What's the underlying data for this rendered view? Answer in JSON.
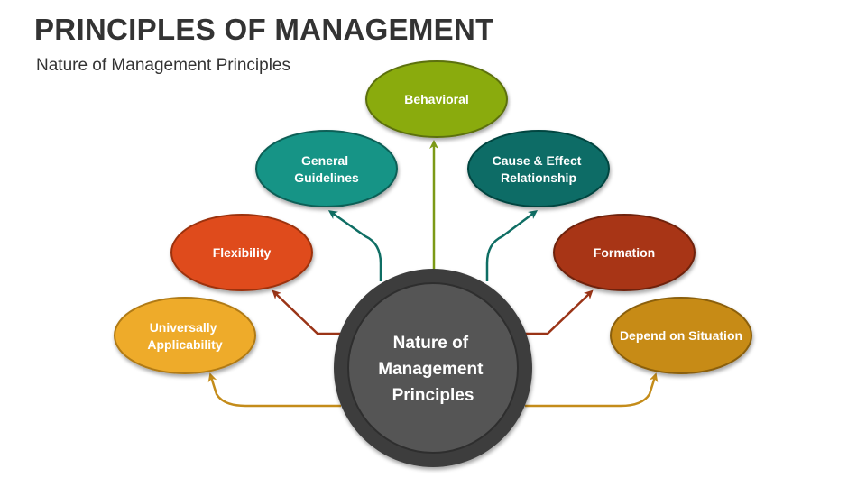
{
  "header": {
    "title": "PRINCIPLES OF MANAGEMENT",
    "subtitle": "Nature of Management Principles"
  },
  "diagram": {
    "center": {
      "lines": [
        "Nature of",
        "Management",
        "Principles"
      ]
    },
    "nodes": [
      {
        "id": "behavioral",
        "lines": [
          "Behavioral"
        ],
        "color": "#8aab10"
      },
      {
        "id": "general-guidelines",
        "lines": [
          "General",
          "Guidelines"
        ],
        "color": "#129486"
      },
      {
        "id": "cause-effect",
        "lines": [
          "Cause & Effect",
          "Relationship"
        ],
        "color": "#0c6c66"
      },
      {
        "id": "flexibility",
        "lines": [
          "Flexibility"
        ],
        "color": "#df4c1a"
      },
      {
        "id": "formation",
        "lines": [
          "Formation"
        ],
        "color": "#a83512"
      },
      {
        "id": "universally-applicability",
        "lines": [
          "Universally",
          "Applicability"
        ],
        "color": "#eeab2c"
      },
      {
        "id": "depend-on-situation",
        "lines": [
          "Depend on Situation"
        ],
        "color": "#c78b12"
      }
    ]
  }
}
